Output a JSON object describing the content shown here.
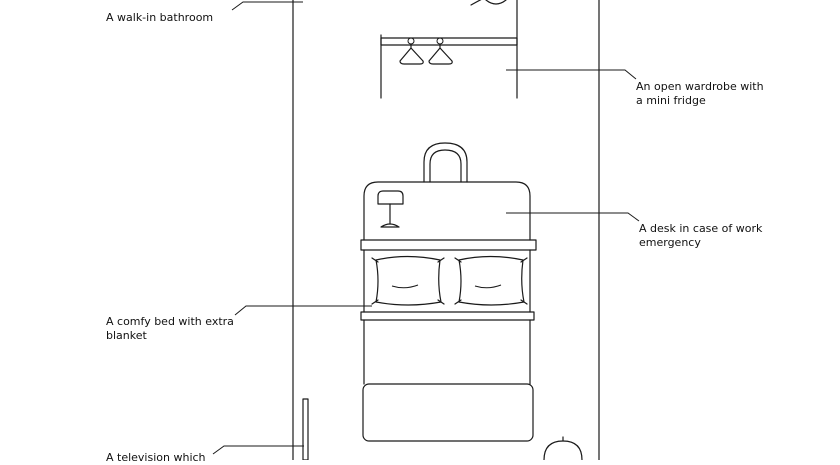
{
  "annotations": {
    "bathroom": "A walk-in bathroom",
    "wardrobe": [
      "An open wardrobe with",
      "a mini fridge"
    ],
    "desk": [
      "A desk in case of work",
      "emergency"
    ],
    "bed": [
      "A comfy bed with extra",
      "blanket"
    ],
    "television": "A television which"
  },
  "colors": {
    "line": "#1a1a1a",
    "text": "#111111",
    "background": "#ffffff"
  }
}
